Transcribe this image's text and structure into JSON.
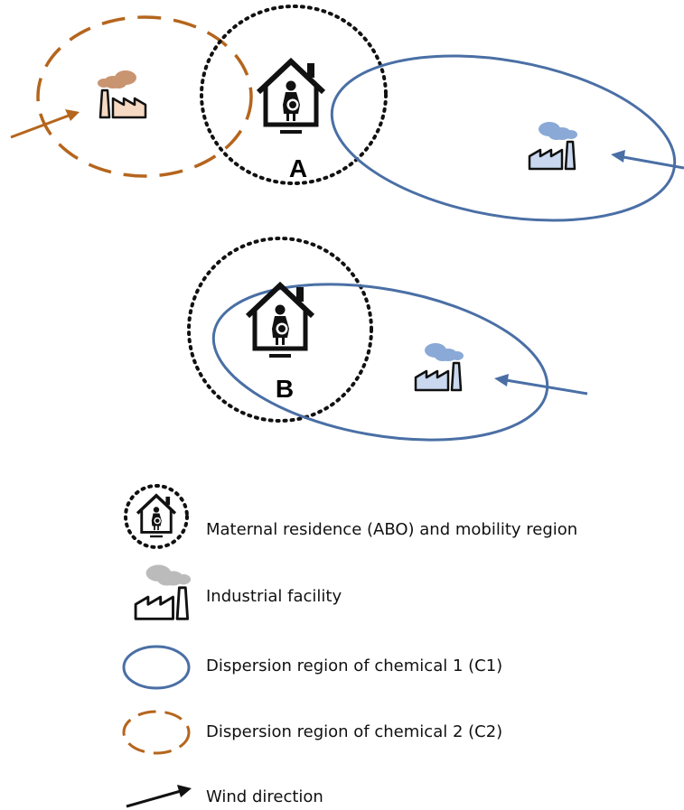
{
  "labels": {
    "residence_a": "A",
    "residence_b": "B"
  },
  "legend": [
    {
      "icon": "house-pregnant-woman-icon",
      "text": "Maternal residence (ABO) and mobility region"
    },
    {
      "icon": "factory-icon",
      "text": "Industrial facility"
    },
    {
      "icon": "solid-ellipse-icon",
      "text": "Dispersion region of chemical 1 (C1)"
    },
    {
      "icon": "dashed-ellipse-icon",
      "text": "Dispersion region of chemical 2 (C2)"
    },
    {
      "icon": "arrow-icon",
      "text": "Wind direction"
    }
  ],
  "colors": {
    "c1": "#4a6fa5",
    "c2": "#b5651d",
    "c1_factory_fill": "#c9d8ef",
    "c1_smoke": "#8aa9d6",
    "c2_factory_fill": "#f6d9c3",
    "c2_smoke": "#c99470",
    "legend_smoke": "#bbbbbb",
    "black": "#111111"
  }
}
